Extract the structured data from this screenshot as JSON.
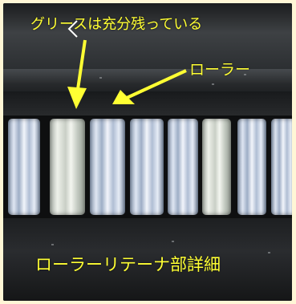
{
  "labels": {
    "grease": "グリースは充分残っている",
    "roller": "ローラー",
    "caption": "ローラーリテーナ部詳細"
  },
  "colors": {
    "label": "#ffff33",
    "arrow": "#ffff33"
  }
}
